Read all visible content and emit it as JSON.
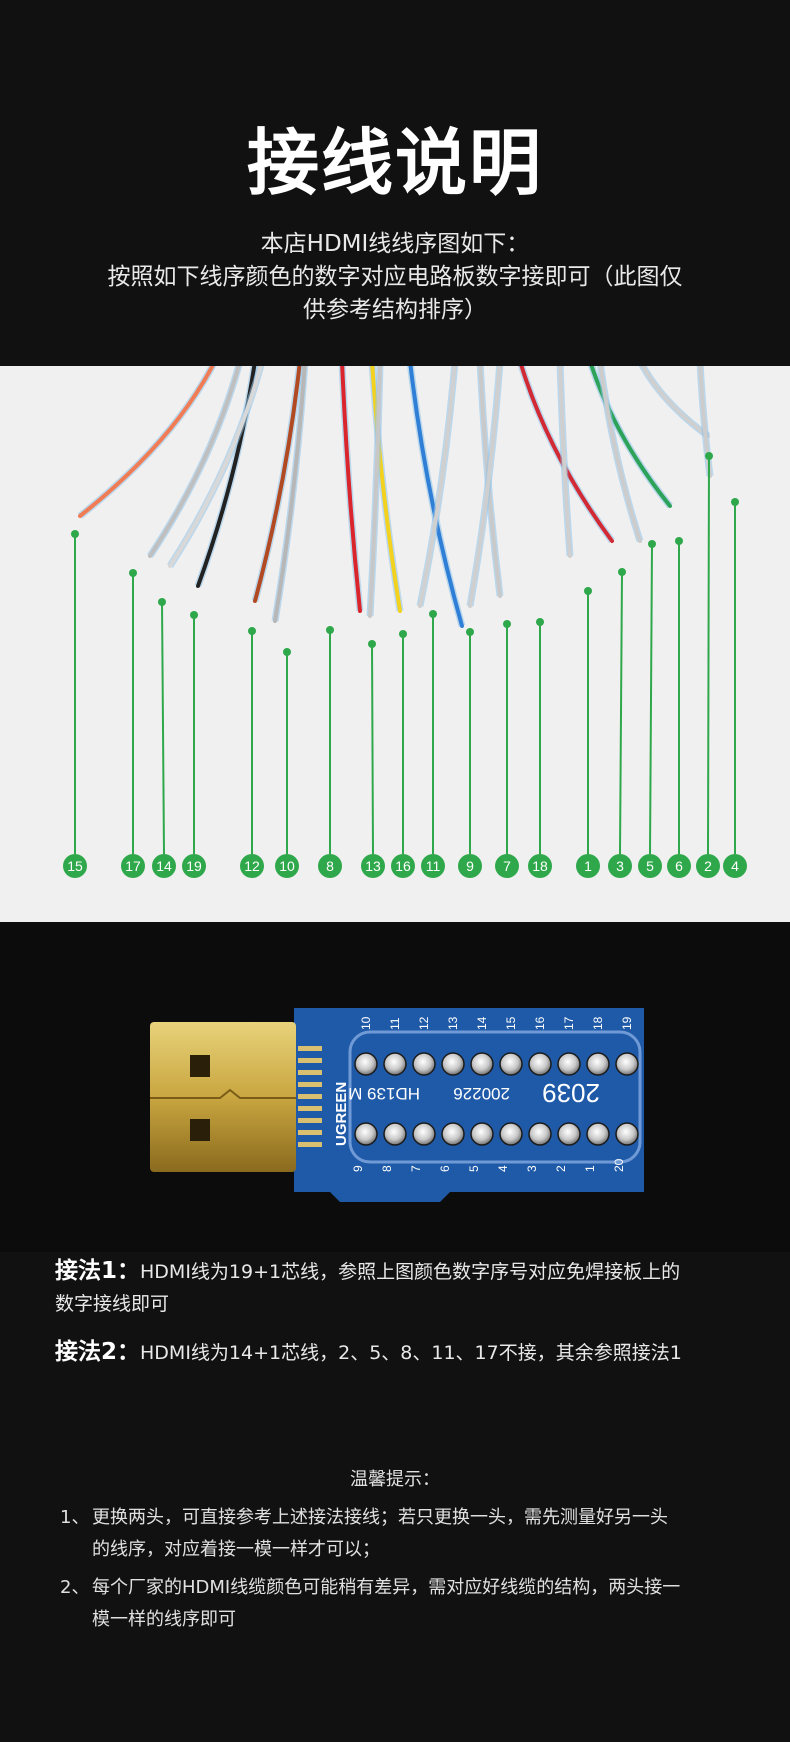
{
  "header": {
    "title": "接线说明",
    "intro_line1": "本店HDMI线线序图如下：",
    "intro_line2": "按照如下线序颜色的数字对应电路板数字接即可（此图仅",
    "intro_line3": "供参考结构排序）"
  },
  "wire_labels": [
    "15",
    "17",
    "14",
    "19",
    "12",
    "10",
    "8",
    "13",
    "16",
    "11",
    "9",
    "7",
    "18",
    "1",
    "3",
    "5",
    "6",
    "2",
    "4"
  ],
  "board": {
    "brand": "UGREEN",
    "model": "HD139 M",
    "date_code": "200226",
    "part_no": "2039",
    "top_pins": [
      "10",
      "11",
      "12",
      "13",
      "14",
      "15",
      "16",
      "17",
      "18",
      "19"
    ],
    "bottom_pins": [
      "9",
      "8",
      "7",
      "6",
      "5",
      "4",
      "3",
      "2",
      "1",
      "20"
    ]
  },
  "methods": [
    {
      "label": "接法1：",
      "text": "HDMI线为19+1芯线，参照上图颜色数字序号对应免焊接板上的",
      "text2": "数字接线即可"
    },
    {
      "label": "接法2：",
      "text": "HDMI线为14+1芯线，2、5、8、11、17不接，其余参照接法1"
    }
  ],
  "tips": {
    "title": "温馨提示：",
    "items": [
      {
        "num": "1、",
        "line1": "更换两头，可直接参考上述接法接线；若只更换一头，需先测量好另一头",
        "line2": "的线序，对应着接一模一样才可以；"
      },
      {
        "num": "2、",
        "line1": "每个厂家的HDMI线缆颜色可能稍有差异，需对应好线缆的结构，两头接一",
        "line2": "模一样的线序即可"
      }
    ]
  },
  "colors": {
    "label_green": "#2ea84a",
    "board_blue": "#1f5aa8",
    "connector_gold": "#c9a640"
  }
}
